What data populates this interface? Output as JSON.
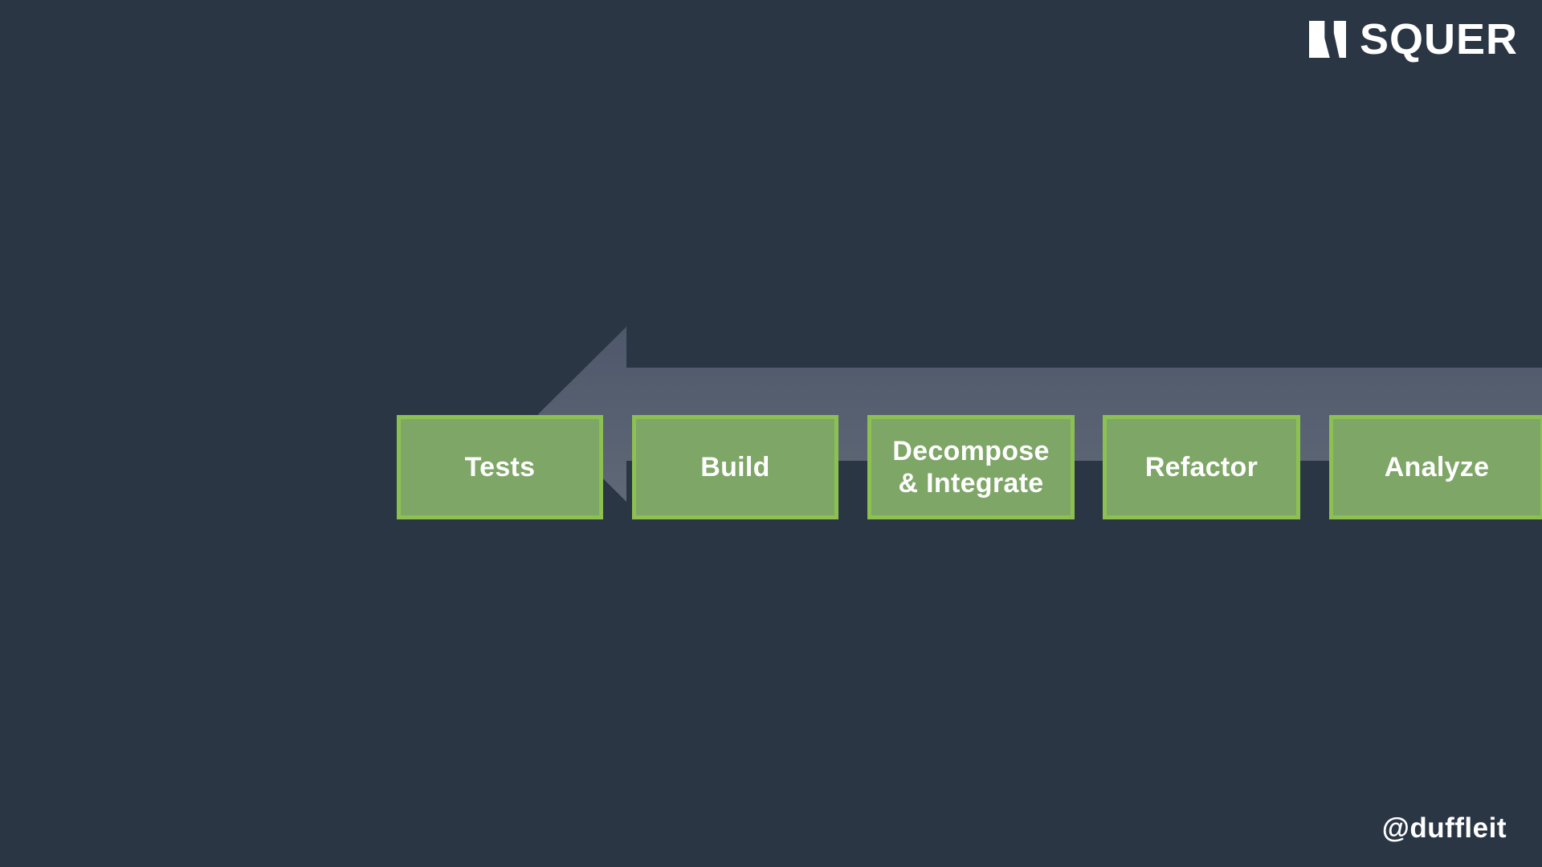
{
  "slide": {
    "logo": {
      "brand": "SQUER",
      "icon": "squer-square-mark"
    },
    "footer": {
      "handle": "@duffleit"
    }
  },
  "diagram": {
    "type": "process-flow",
    "direction": "right-to-left-arrow",
    "steps": [
      {
        "label": "Tests"
      },
      {
        "label": "Build"
      },
      {
        "label": "Decompose & Integrate"
      },
      {
        "label": "Refactor"
      },
      {
        "label": "Analyze"
      }
    ]
  },
  "colors": {
    "background": "#2B3645",
    "arrow_top": "#4E586B",
    "arrow_bottom": "#5E6876",
    "step_fill": "#7EA667",
    "step_border": "#8CC152",
    "text": "#FFFFFF"
  }
}
